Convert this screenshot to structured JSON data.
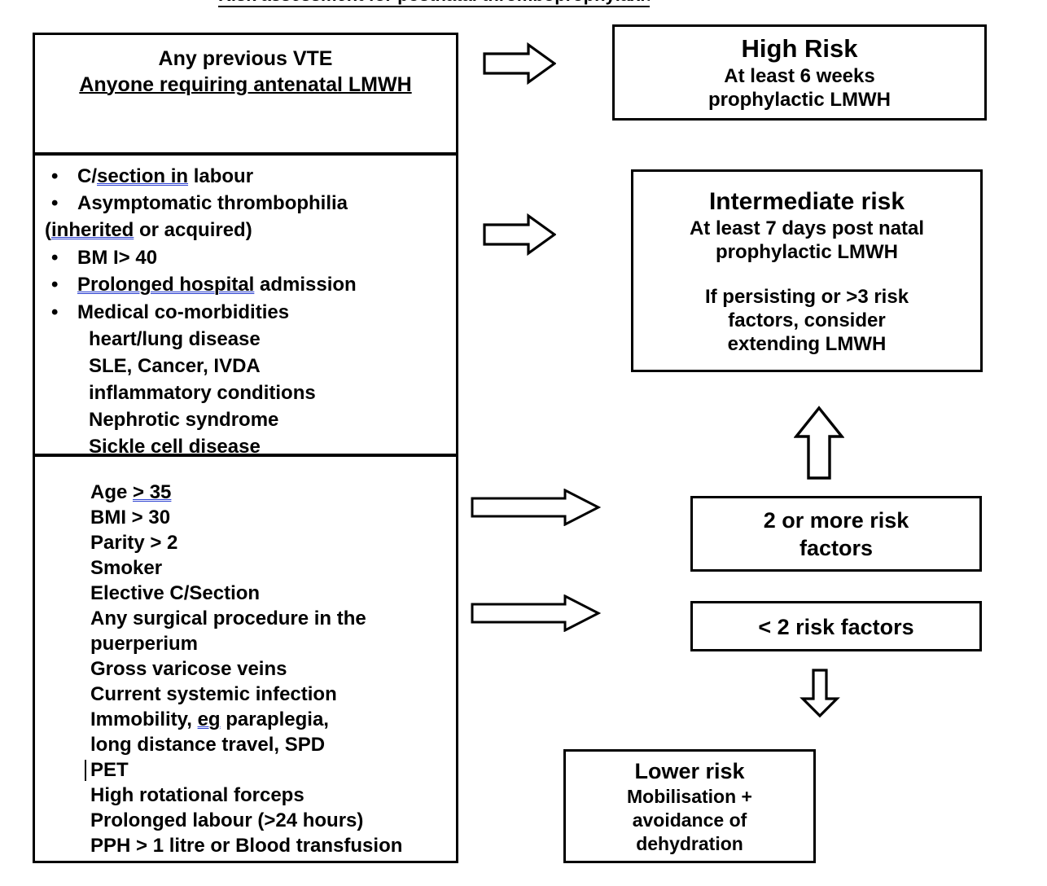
{
  "document": {
    "title_clipped": "Risk assessment for postnatal thromboprophylaxis"
  },
  "left_column": {
    "box1": {
      "name": "high-risk-criteria",
      "lines": [
        {
          "text": "Any previous VTE",
          "underline": false
        },
        {
          "text": "Anyone requiring antenatal LMWH",
          "underline": true
        }
      ]
    },
    "box2": {
      "name": "intermediate-risk-criteria",
      "bullets": [
        {
          "bullet": "•",
          "pre": "C/",
          "spell": "section  in",
          "post": "  labour"
        },
        {
          "bullet": "•",
          "pre": "Asymptomatic thrombophilia",
          "spell": "",
          "post": ""
        }
      ],
      "sub_line": {
        "pre": "(",
        "spell": "inherited",
        "post": " or acquired)"
      },
      "bullets2": [
        {
          "bullet": "•",
          "pre": "BM I> 40",
          "spell": "",
          "post": ""
        },
        {
          "bullet": "•",
          "pre": "",
          "spell": "Prolonged  hospital",
          "post": " admission"
        },
        {
          "bullet": "•",
          "pre": "Medical co-morbidities",
          "spell": "",
          "post": ""
        }
      ],
      "comorbidities": [
        "heart/lung disease",
        "SLE, Cancer, IVDA",
        "inflammatory conditions",
        "Nephrotic syndrome",
        "Sickle cell disease"
      ]
    },
    "box3": {
      "name": "lower-risk-factor-list",
      "first_line": {
        "pre": "Age ",
        "spell": ">  35",
        "post": ""
      },
      "items": [
        "BMI > 30",
        "Parity > 2",
        "Smoker",
        "Elective C/Section",
        "Any surgical procedure in the",
        "puerperium",
        "Gross varicose veins",
        "Current systemic infection"
      ],
      "immobility_line": {
        "pre": "Immobility, ",
        "spell": "eg",
        "post": " paraplegia,"
      },
      "items_after": [
        " long distance travel, SPD",
        "PET",
        "High rotational forceps",
        "Prolonged labour (>24 hours)",
        "PPH > 1 litre or Blood transfusion"
      ]
    }
  },
  "right_column": {
    "high_risk": {
      "heading": "High Risk",
      "lines": [
        "At least 6 weeks",
        "prophylactic LMWH"
      ]
    },
    "intermediate_risk": {
      "heading": "Intermediate risk",
      "lines": [
        "At least 7 days post natal",
        "prophylactic LMWH"
      ],
      "lines2": [
        "If persisting or >3 risk",
        "factors, consider",
        "extending LMWH"
      ]
    },
    "two_or_more": {
      "lines": [
        "2 or more risk",
        "factors"
      ]
    },
    "less_than_two": {
      "lines": [
        "< 2 risk factors"
      ]
    },
    "lower_risk": {
      "heading": "Lower risk",
      "lines": [
        "Mobilisation +",
        "avoidance of",
        "dehydration"
      ]
    }
  },
  "arrows": {
    "to_high_risk": "arrow-right-icon",
    "to_intermediate_risk": "arrow-right-icon",
    "from_risk_list_to_two_or_more": "arrow-right-icon",
    "from_risk_list_to_less_than_two": "arrow-right-icon",
    "two_or_more_up_to_intermediate": "arrow-up-icon",
    "less_than_two_down_to_lower": "arrow-down-icon"
  },
  "colors": {
    "border": "#000000",
    "text": "#000000",
    "spellcheck_underline": "#2a3fd0",
    "background": "#ffffff"
  }
}
